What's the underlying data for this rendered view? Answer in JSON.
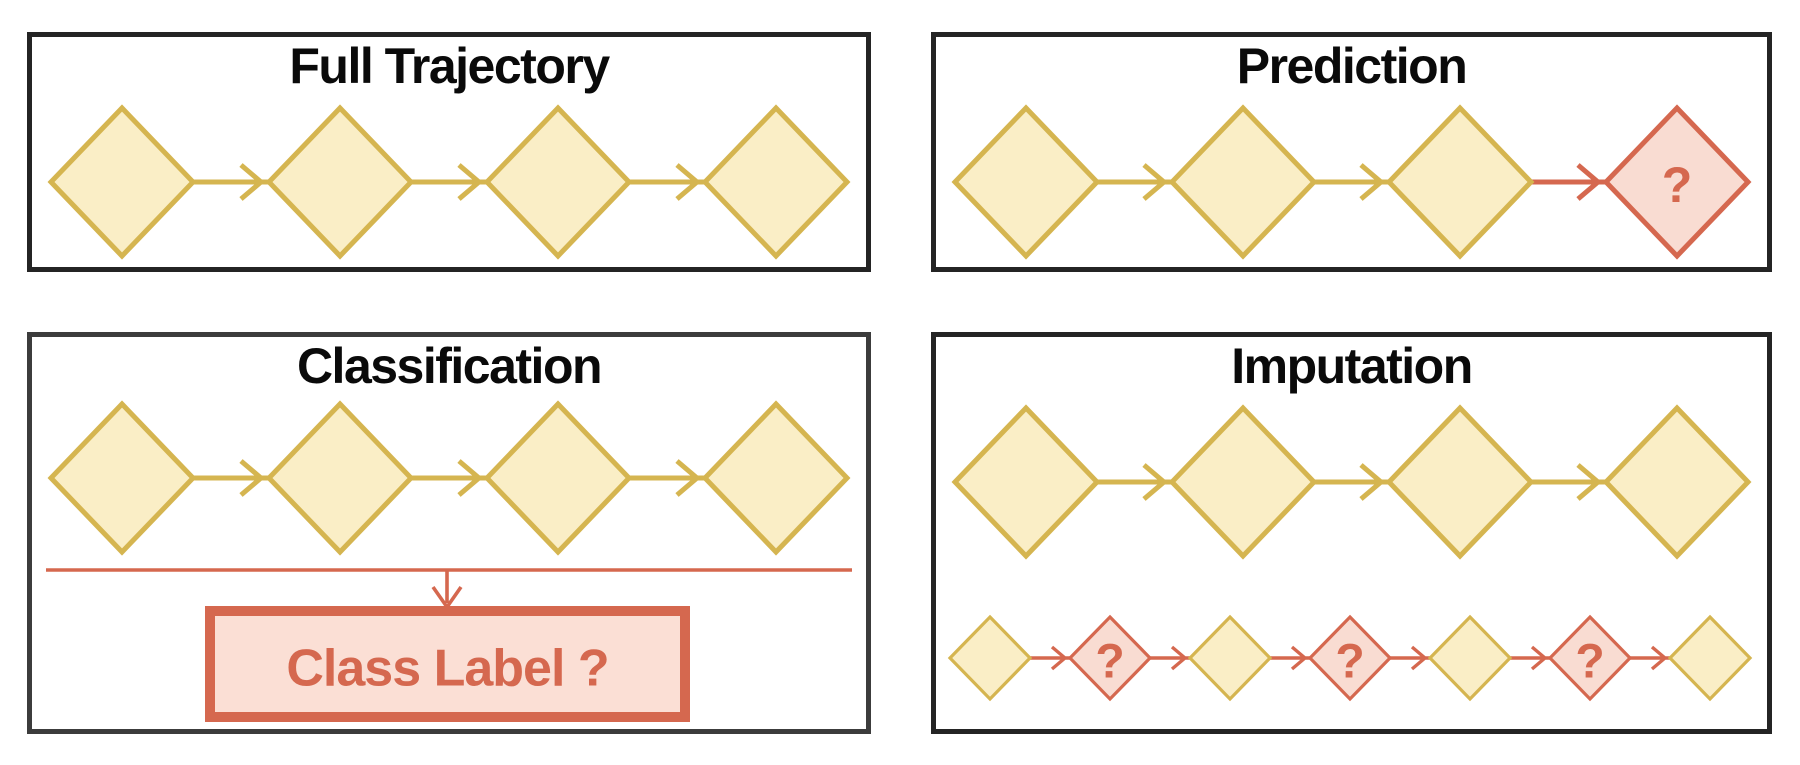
{
  "colors": {
    "observed_fill": "#FAEEC6",
    "observed_stroke": "#D5B550",
    "missing_fill": "#F9DCD2",
    "missing_stroke": "#D5684F",
    "class_box_fill": "#FBDFD5",
    "title_color": "#0A0A0A"
  },
  "panels": [
    {
      "key": "full-trajectory",
      "title": "Full Trajectory",
      "sequence": {
        "nodes": [
          "observed",
          "observed",
          "observed",
          "observed"
        ],
        "arrows": [
          "observed",
          "observed",
          "observed"
        ]
      }
    },
    {
      "key": "prediction",
      "title": "Prediction",
      "missing_label": "?",
      "sequence": {
        "nodes": [
          "observed",
          "observed",
          "observed",
          "missing"
        ],
        "arrows": [
          "observed",
          "observed",
          "missing"
        ]
      }
    },
    {
      "key": "classification",
      "title": "Classification",
      "sequence": {
        "nodes": [
          "observed",
          "observed",
          "observed",
          "observed"
        ],
        "arrows": [
          "observed",
          "observed",
          "observed"
        ]
      },
      "collector": {
        "label": "Class Label ?"
      }
    },
    {
      "key": "imputation",
      "title": "Imputation",
      "missing_label": "?",
      "sequence": {
        "nodes": [
          "observed",
          "observed",
          "observed",
          "observed"
        ],
        "arrows": [
          "observed",
          "observed",
          "observed"
        ]
      },
      "subsequence": {
        "nodes": [
          "observed",
          "missing",
          "observed",
          "missing",
          "observed",
          "missing",
          "observed"
        ],
        "arrows": [
          "missing",
          "missing",
          "missing",
          "missing",
          "missing",
          "missing"
        ]
      }
    }
  ]
}
